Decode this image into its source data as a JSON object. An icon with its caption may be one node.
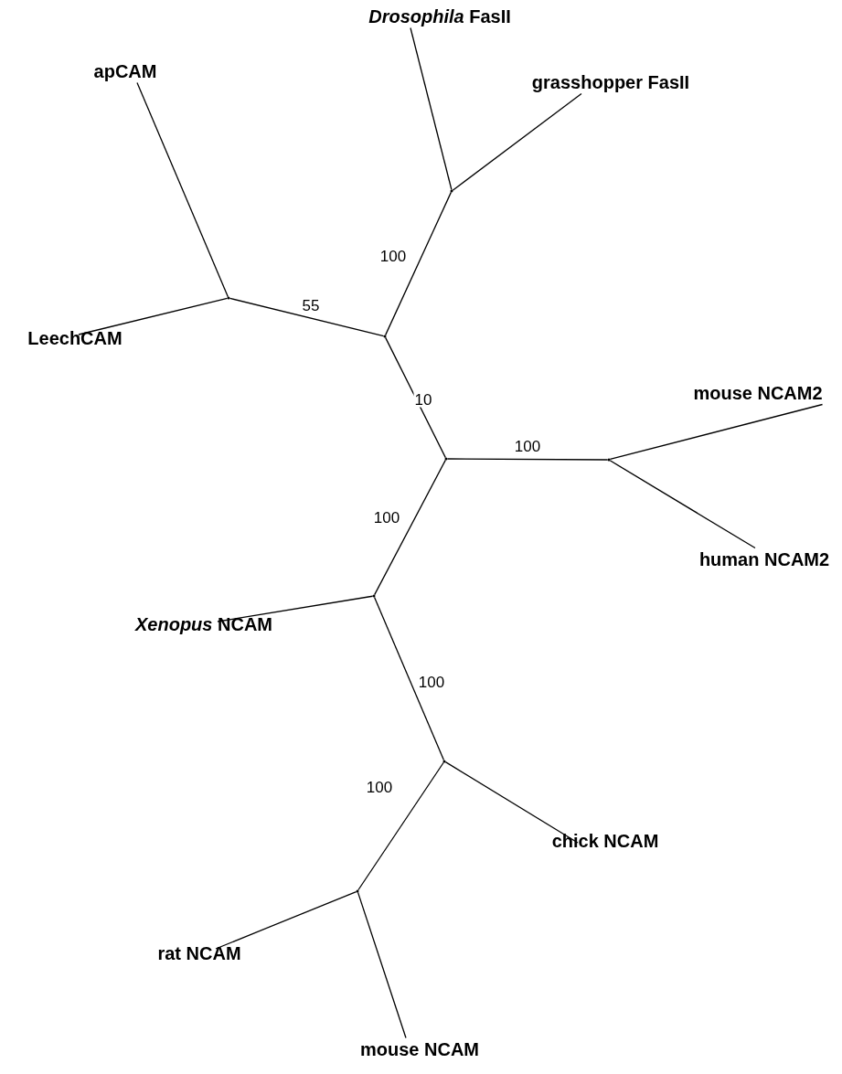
{
  "diagram": {
    "nodes": [
      {
        "text": [
          "*Drosophila* FasII"
        ]
      },
      {
        "text": [
          "grasshopper FasII"
        ]
      },
      {
        "text": [
          "apCAM"
        ]
      },
      {
        "text": [],
        "shape": "circle"
      },
      {
        "text": [],
        "shape": "circle"
      },
      {
        "text": [
          "LeechCAM"
        ]
      },
      {
        "text": [],
        "shape": "circle"
      },
      {
        "text": [
          "mouse NCAM2"
        ]
      },
      {
        "text": [],
        "shape": "circle"
      },
      {
        "text": [],
        "shape": "circle"
      },
      {
        "text": [
          "human NCAM2"
        ]
      },
      {
        "text": [],
        "shape": "circle"
      },
      {
        "text": [
          "*Xenopus* NCAM"
        ]
      },
      {
        "text": [],
        "shape": "circle"
      },
      {
        "text": [
          "chick NCAM"
        ]
      },
      {
        "text": [],
        "shape": "circle"
      },
      {
        "text": [
          "rat NCAM"
        ]
      },
      {
        "text": [
          "mouse NCAM"
        ]
      }
    ],
    "edges": [
      {
        "from": 6,
        "to": 3,
        "arrow": "none",
        "label": "100"
      },
      {
        "from": 3,
        "to": 0,
        "arrow": "none"
      },
      {
        "from": 3,
        "to": 1,
        "arrow": "none"
      },
      {
        "from": 6,
        "to": 4,
        "arrow": "none",
        "label": "55"
      },
      {
        "from": 4,
        "to": 2,
        "arrow": "none"
      },
      {
        "from": 4,
        "to": 5,
        "arrow": "none"
      },
      {
        "from": 6,
        "to": 8,
        "arrow": "none",
        "label": "10"
      },
      {
        "from": 8,
        "to": 9,
        "arrow": "none",
        "label": "100"
      },
      {
        "from": 9,
        "to": 7,
        "arrow": "none"
      },
      {
        "from": 9,
        "to": 10,
        "arrow": "none"
      },
      {
        "from": 8,
        "to": 11,
        "arrow": "none",
        "label": "100"
      },
      {
        "from": 11,
        "to": 12,
        "arrow": "none"
      },
      {
        "from": 11,
        "to": 13,
        "arrow": "none",
        "label": "100"
      },
      {
        "from": 13,
        "to": 14,
        "arrow": "none"
      },
      {
        "from": 13,
        "to": 15,
        "arrow": "none",
        "label": "100"
      },
      {
        "from": 15,
        "to": 16,
        "arrow": "none"
      },
      {
        "from": 15,
        "to": 17,
        "arrow": "none"
      }
    ]
  }
}
